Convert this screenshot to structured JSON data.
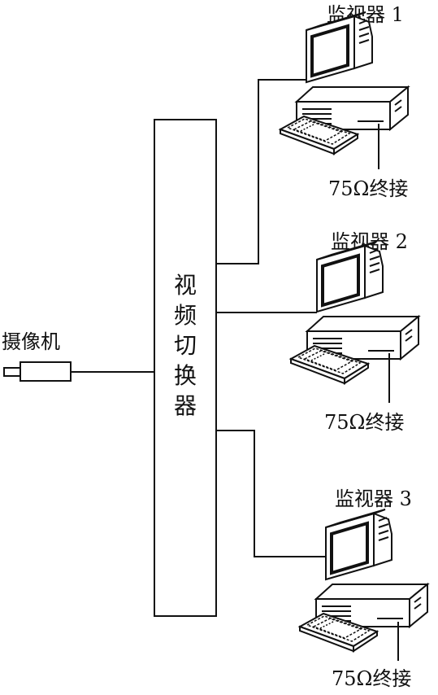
{
  "diagram": {
    "camera_label": "摄像机",
    "switcher_label": [
      "视",
      "频",
      "切",
      "换",
      "器"
    ],
    "monitors": [
      {
        "label": "监视器 1",
        "termination": "75Ω终接"
      },
      {
        "label": "监视器 2",
        "termination": "75Ω终接"
      },
      {
        "label": "监视器 3",
        "termination": "75Ω终接"
      }
    ]
  }
}
